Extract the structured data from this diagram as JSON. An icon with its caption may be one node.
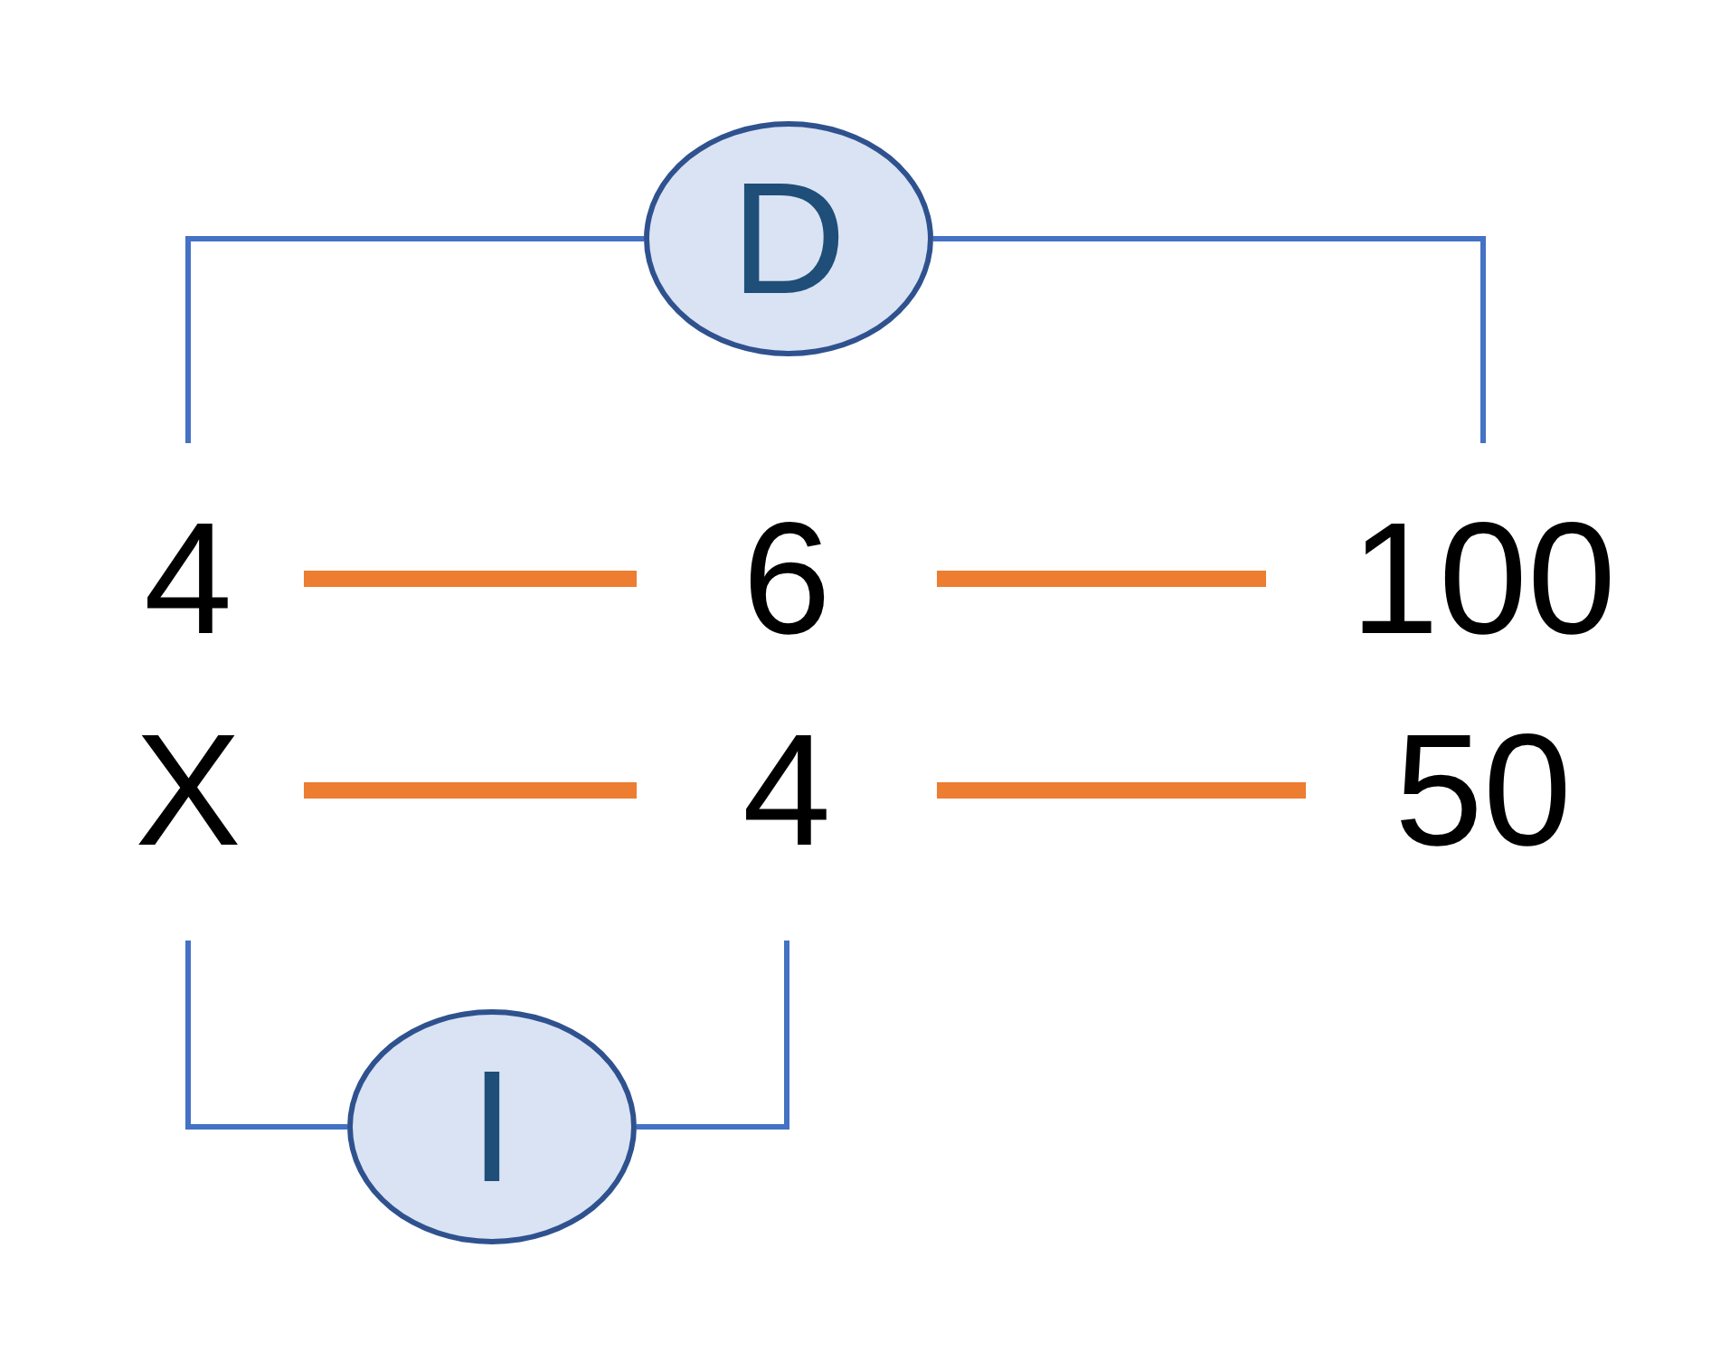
{
  "diagram": {
    "nodes": [
      {
        "text": [
          "D"
        ]
      },
      {
        "text": [
          "4"
        ]
      },
      {
        "text": [
          "6"
        ]
      },
      {
        "text": [
          "100"
        ]
      },
      {
        "text": [
          "X"
        ]
      },
      {
        "text": [
          "4"
        ]
      },
      {
        "text": [
          "50"
        ]
      },
      {
        "text": [
          "I"
        ]
      }
    ],
    "edges": [
      {
        "from": 1,
        "to": 2,
        "arrow": "none",
        "style": "thick",
        "color": "#ed7d31"
      },
      {
        "from": 2,
        "to": 3,
        "arrow": "none",
        "style": "thick",
        "color": "#ed7d31"
      },
      {
        "from": 4,
        "to": 5,
        "arrow": "none",
        "style": "thick",
        "color": "#ed7d31"
      },
      {
        "from": 5,
        "to": 6,
        "arrow": "none",
        "style": "thick",
        "color": "#ed7d31"
      },
      {
        "from": 0,
        "to": 1,
        "arrow": "none",
        "color": "#4472c4"
      },
      {
        "from": 0,
        "to": 3,
        "arrow": "none",
        "color": "#4472c4"
      },
      {
        "from": 7,
        "to": 4,
        "arrow": "none",
        "color": "#4472c4"
      },
      {
        "from": 7,
        "to": 5,
        "arrow": "none",
        "color": "#4472c4"
      }
    ]
  }
}
